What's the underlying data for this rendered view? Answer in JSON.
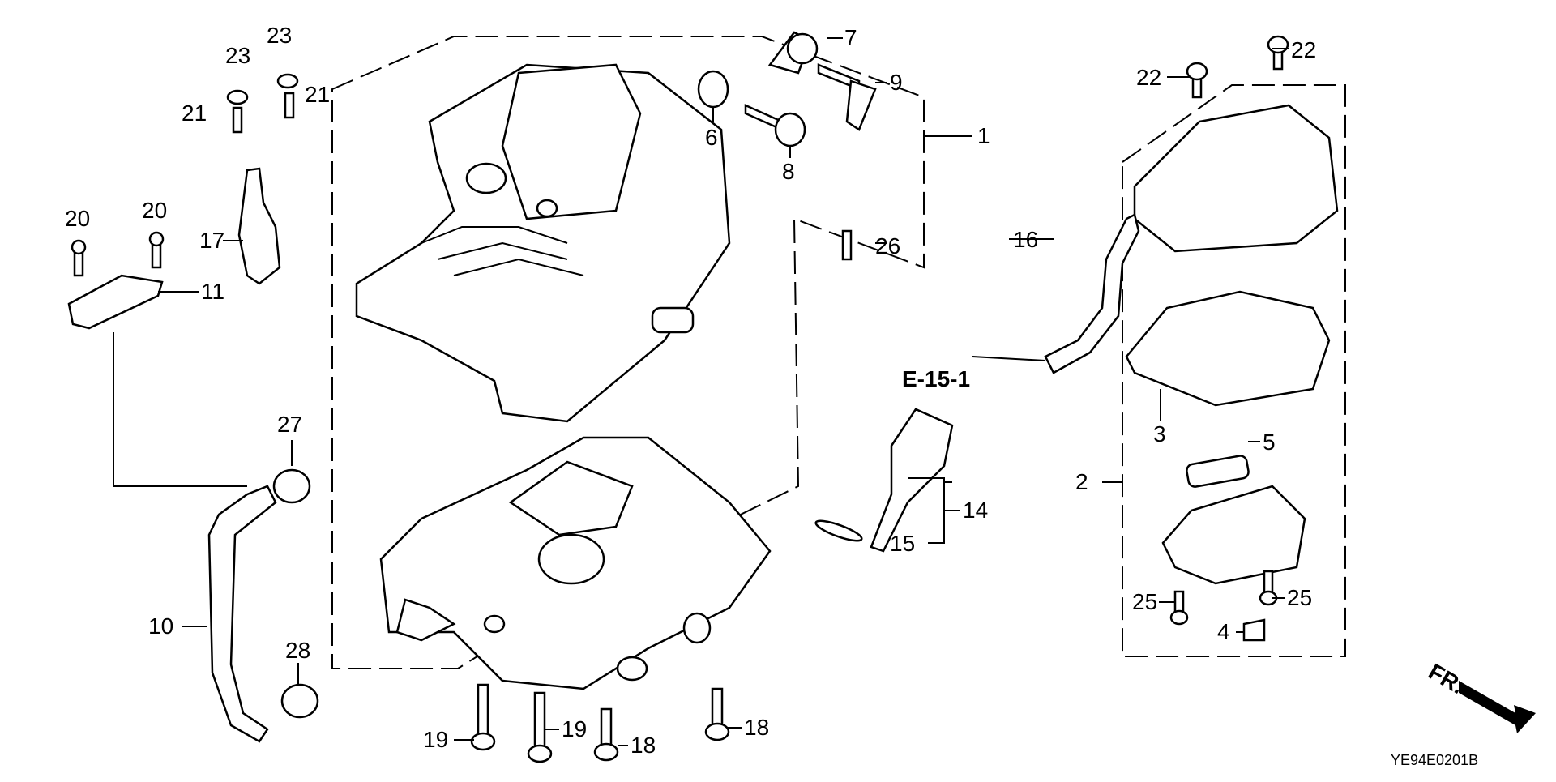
{
  "diagram": {
    "reference_code": "YE94E0201B",
    "direction_marker": "FR.",
    "cross_reference": "E-15-1",
    "callouts": [
      {
        "id": "c1",
        "text": "1"
      },
      {
        "id": "c2",
        "text": "2"
      },
      {
        "id": "c3",
        "text": "3"
      },
      {
        "id": "c4",
        "text": "4"
      },
      {
        "id": "c5",
        "text": "5"
      },
      {
        "id": "c6",
        "text": "6"
      },
      {
        "id": "c7",
        "text": "7"
      },
      {
        "id": "c8",
        "text": "8"
      },
      {
        "id": "c9",
        "text": "9"
      },
      {
        "id": "c10",
        "text": "10"
      },
      {
        "id": "c11",
        "text": "11"
      },
      {
        "id": "c14",
        "text": "14"
      },
      {
        "id": "c15",
        "text": "15"
      },
      {
        "id": "c16",
        "text": "16"
      },
      {
        "id": "c17",
        "text": "17"
      },
      {
        "id": "c18a",
        "text": "18"
      },
      {
        "id": "c18b",
        "text": "18"
      },
      {
        "id": "c19a",
        "text": "19"
      },
      {
        "id": "c19b",
        "text": "19"
      },
      {
        "id": "c20a",
        "text": "20"
      },
      {
        "id": "c20b",
        "text": "20"
      },
      {
        "id": "c21a",
        "text": "21"
      },
      {
        "id": "c21b",
        "text": "21"
      },
      {
        "id": "c22a",
        "text": "22"
      },
      {
        "id": "c22b",
        "text": "22"
      },
      {
        "id": "c23a",
        "text": "23"
      },
      {
        "id": "c23b",
        "text": "23"
      },
      {
        "id": "c25a",
        "text": "25"
      },
      {
        "id": "c25b",
        "text": "25"
      },
      {
        "id": "c26",
        "text": "26"
      },
      {
        "id": "c27",
        "text": "27"
      },
      {
        "id": "c28",
        "text": "28"
      }
    ]
  }
}
